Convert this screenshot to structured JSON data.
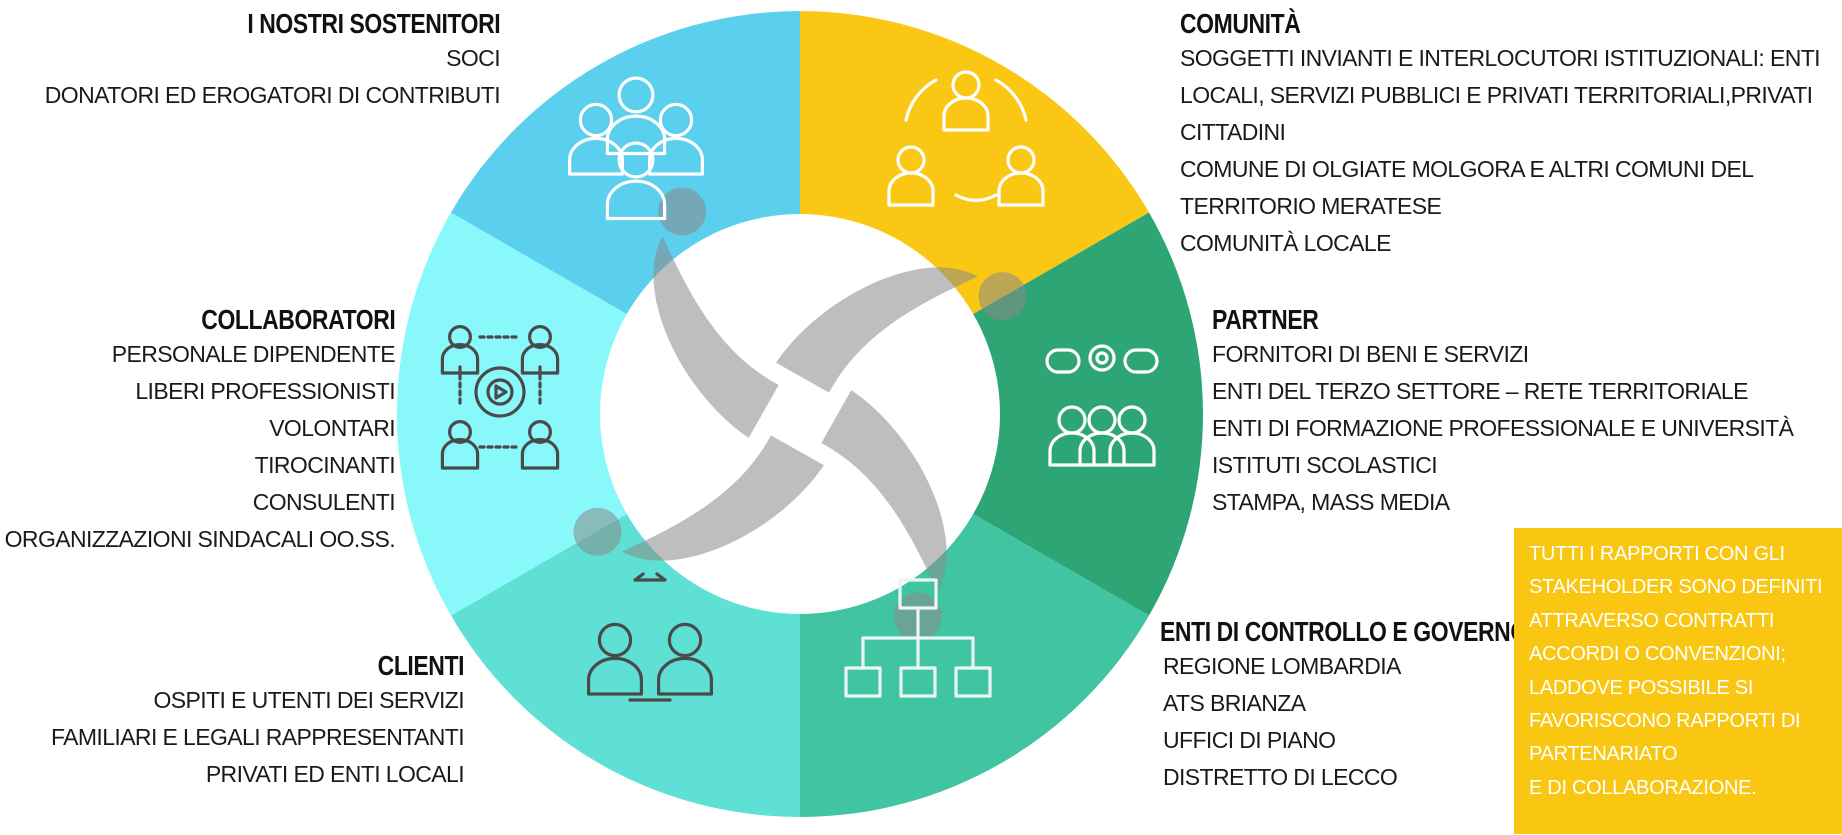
{
  "colors": {
    "sostenitori": "#5bcfee",
    "comunita": "#fbc715",
    "partner": "#2da574",
    "controllo": "#41c4a1",
    "clienti": "#5fe0d4",
    "collaboratori": "#88f8fb",
    "note_bg": "#f9c712"
  },
  "groups": {
    "sostenitori": {
      "title": "I NOSTRI SOSTENITORI",
      "items": [
        "SOCI",
        "DONATORI ED EROGATORI DI CONTRIBUTI"
      ],
      "icon": "group-people-icon"
    },
    "comunita": {
      "title": "COMUNITÀ",
      "items": [
        "SOGGETTI INVIANTI E INTERLOCUTORI ISTITUZIONALI: ENTI",
        "LOCALI, SERVIZI PUBBLICI E PRIVATI TERRITORIALI,PRIVATI",
        "CITTADINI",
        "COMUNE DI OLGIATE MOLGORA E ALTRI COMUNI DEL",
        "TERRITORIO MERATESE",
        "COMUNITÀ LOCALE"
      ],
      "icon": "people-cycle-icon"
    },
    "partner": {
      "title": "PARTNER",
      "items": [
        "FORNITORI DI BENI E SERVIZI",
        "ENTI DEL TERZO SETTORE – RETE TERRITORIALE",
        "ENTI DI FORMAZIONE PROFESSIONALE E UNIVERSITÀ",
        "ISTITUTI SCOLASTICI",
        "STAMPA,  MASS MEDIA"
      ],
      "icon": "team-discussion-icon"
    },
    "controllo": {
      "title": "ENTI DI CONTROLLO E GOVERNO",
      "items": [
        "REGIONE LOMBARDIA",
        "ATS  BRIANZA",
        "UFFICI DI PIANO",
        "DISTRETTO DI LECCO"
      ],
      "icon": "hierarchy-icon"
    },
    "clienti": {
      "title": "CLIENTI",
      "items": [
        "OSPITI E UTENTI DEI SERVIZI",
        "FAMILIARI E LEGALI RAPPRESENTANTI",
        "PRIVATI  ED ENTI LOCALI"
      ],
      "icon": "handshake-people-icon"
    },
    "collaboratori": {
      "title": "COLLABORATORI",
      "items": [
        "PERSONALE DIPENDENTE",
        "LIBERI PROFESSIONISTI",
        "VOLONTARI",
        "TIROCINANTI",
        "CONSULENTI",
        "ORGANIZZAZIONI SINDACALI OO.SS."
      ],
      "icon": "network-gear-icon"
    }
  },
  "note": {
    "lines": [
      "TUTTI I RAPPORTI CON GLI",
      "STAKEHOLDER SONO DEFINITI",
      "ATTRAVERSO CONTRATTI",
      "ACCORDI O CONVENZIONI;",
      "LADDOVE POSSIBILE SI",
      "FAVORISCONO RAPPORTI DI",
      "PARTENARIATO",
      "E DI COLLABORAZIONE."
    ]
  },
  "center_logo": "swirl-logo-watermark"
}
